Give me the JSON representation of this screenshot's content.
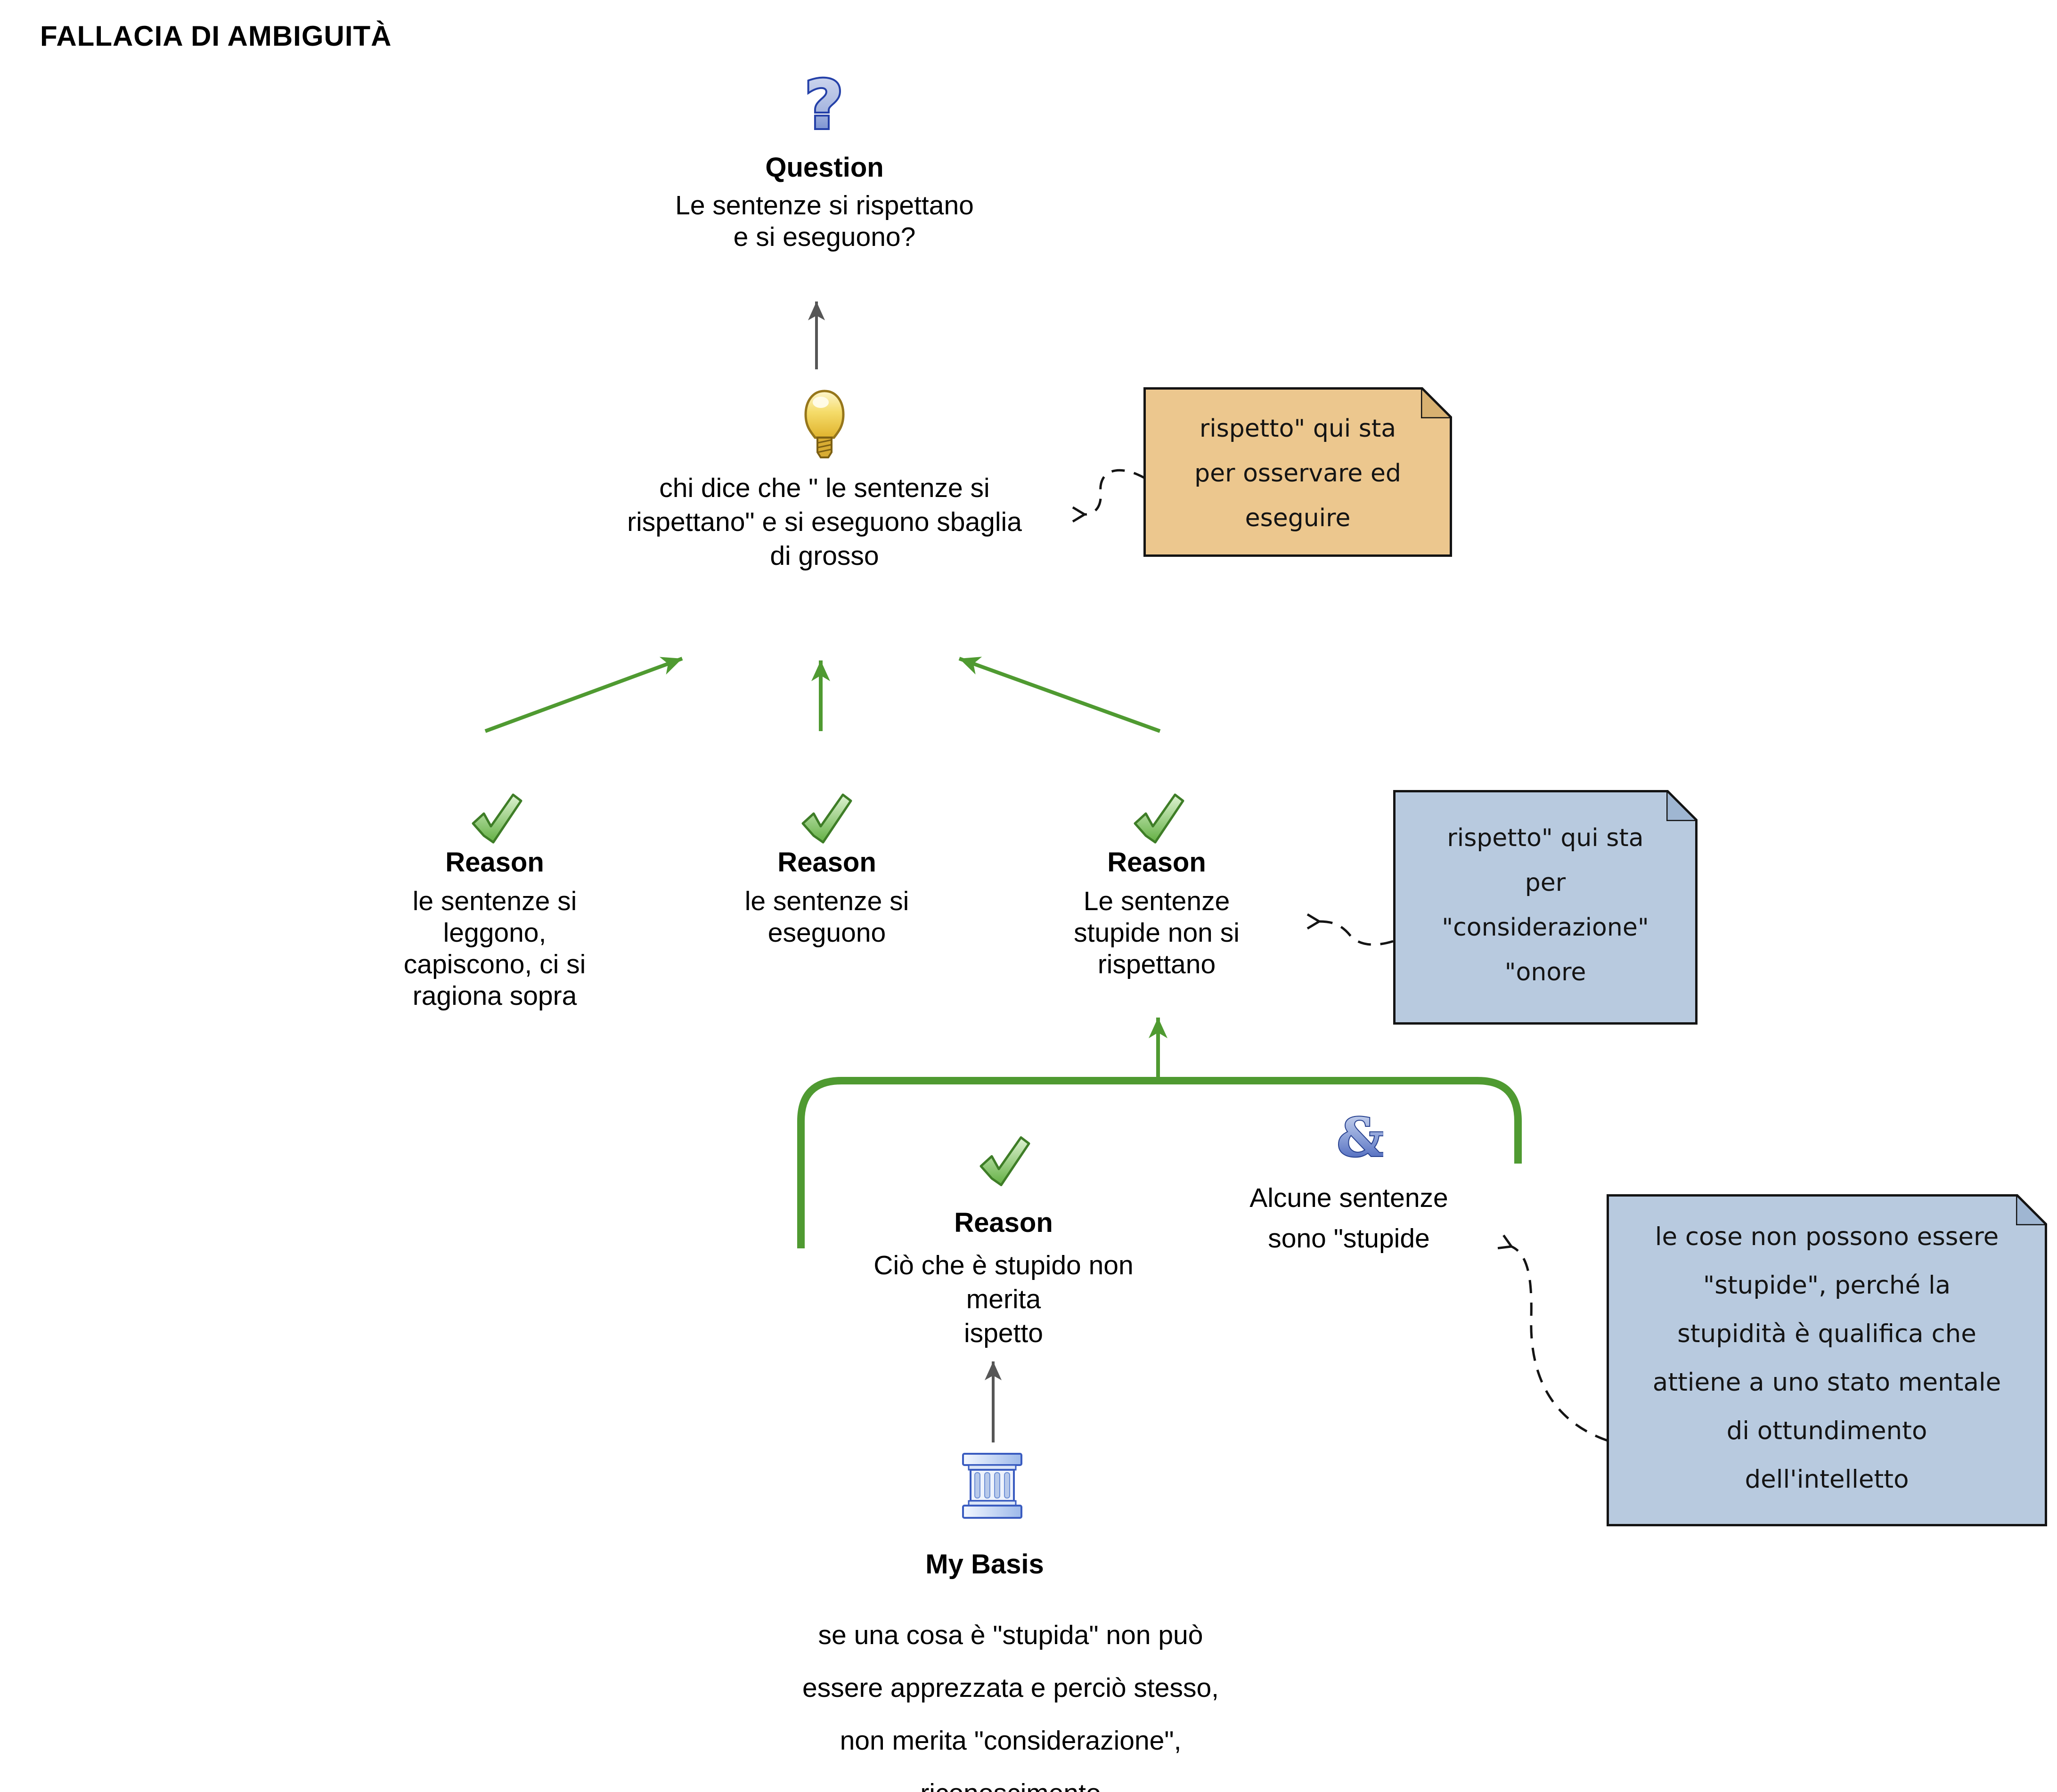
{
  "title": "FALLACIA DI AMBIGUITÀ",
  "colors": {
    "background": "#ffffff",
    "text": "#000000",
    "green_arrow": "#4f9a31",
    "gray_arrow": "#565656",
    "orange_note_bg": "#ecc78e",
    "blue_note_bg": "#b8cadf",
    "note_border": "#141414",
    "question_icon_blue": "#2440a8",
    "check_icon_green": "#63b043",
    "lightbulb_yellow": "#e7bd38",
    "column_icon_blue": "#3a5cc0"
  },
  "question": {
    "glyph": "?",
    "label": "Question",
    "text": "Le sentenze si rispettano\ne si eseguono?"
  },
  "contention": {
    "text": "chi dice che \" le sentenze si\nrispettano\" e si eseguono sbaglia\ndi grosso"
  },
  "reasons": [
    {
      "label": "Reason",
      "text": "le sentenze si\nleggono,\ncapiscono, ci si\nragiona sopra"
    },
    {
      "label": "Reason",
      "text": "le sentenze si\neseguono"
    },
    {
      "label": "Reason",
      "text": "Le sentenze\nstupide non si\nrispettano"
    }
  ],
  "group": {
    "reason_label": "Reason",
    "reason_text": "Ciò che è stupido non\nmerita\nispetto",
    "and_symbol": "&",
    "and_text": "Alcune sentenze\nsono \"stupide"
  },
  "basis": {
    "label": "My Basis",
    "text": "se una cosa è \"stupida\" non può\nessere apprezzata e perciò stesso,\nnon merita \"considerazione\",\nriconoscimento"
  },
  "notes": [
    {
      "style": "orange",
      "text": "rispetto\" qui sta\nper osservare ed\neseguire"
    },
    {
      "style": "blue",
      "text": "rispetto\" qui sta\nper\n\"considerazione\"\n\"onore"
    },
    {
      "style": "blue",
      "text": "le cose non possono essere\n\"stupide\", perché la\nstupidità è qualifica che\nattiene a uno stato mentale\ndi ottundimento\ndell'intelletto"
    }
  ]
}
